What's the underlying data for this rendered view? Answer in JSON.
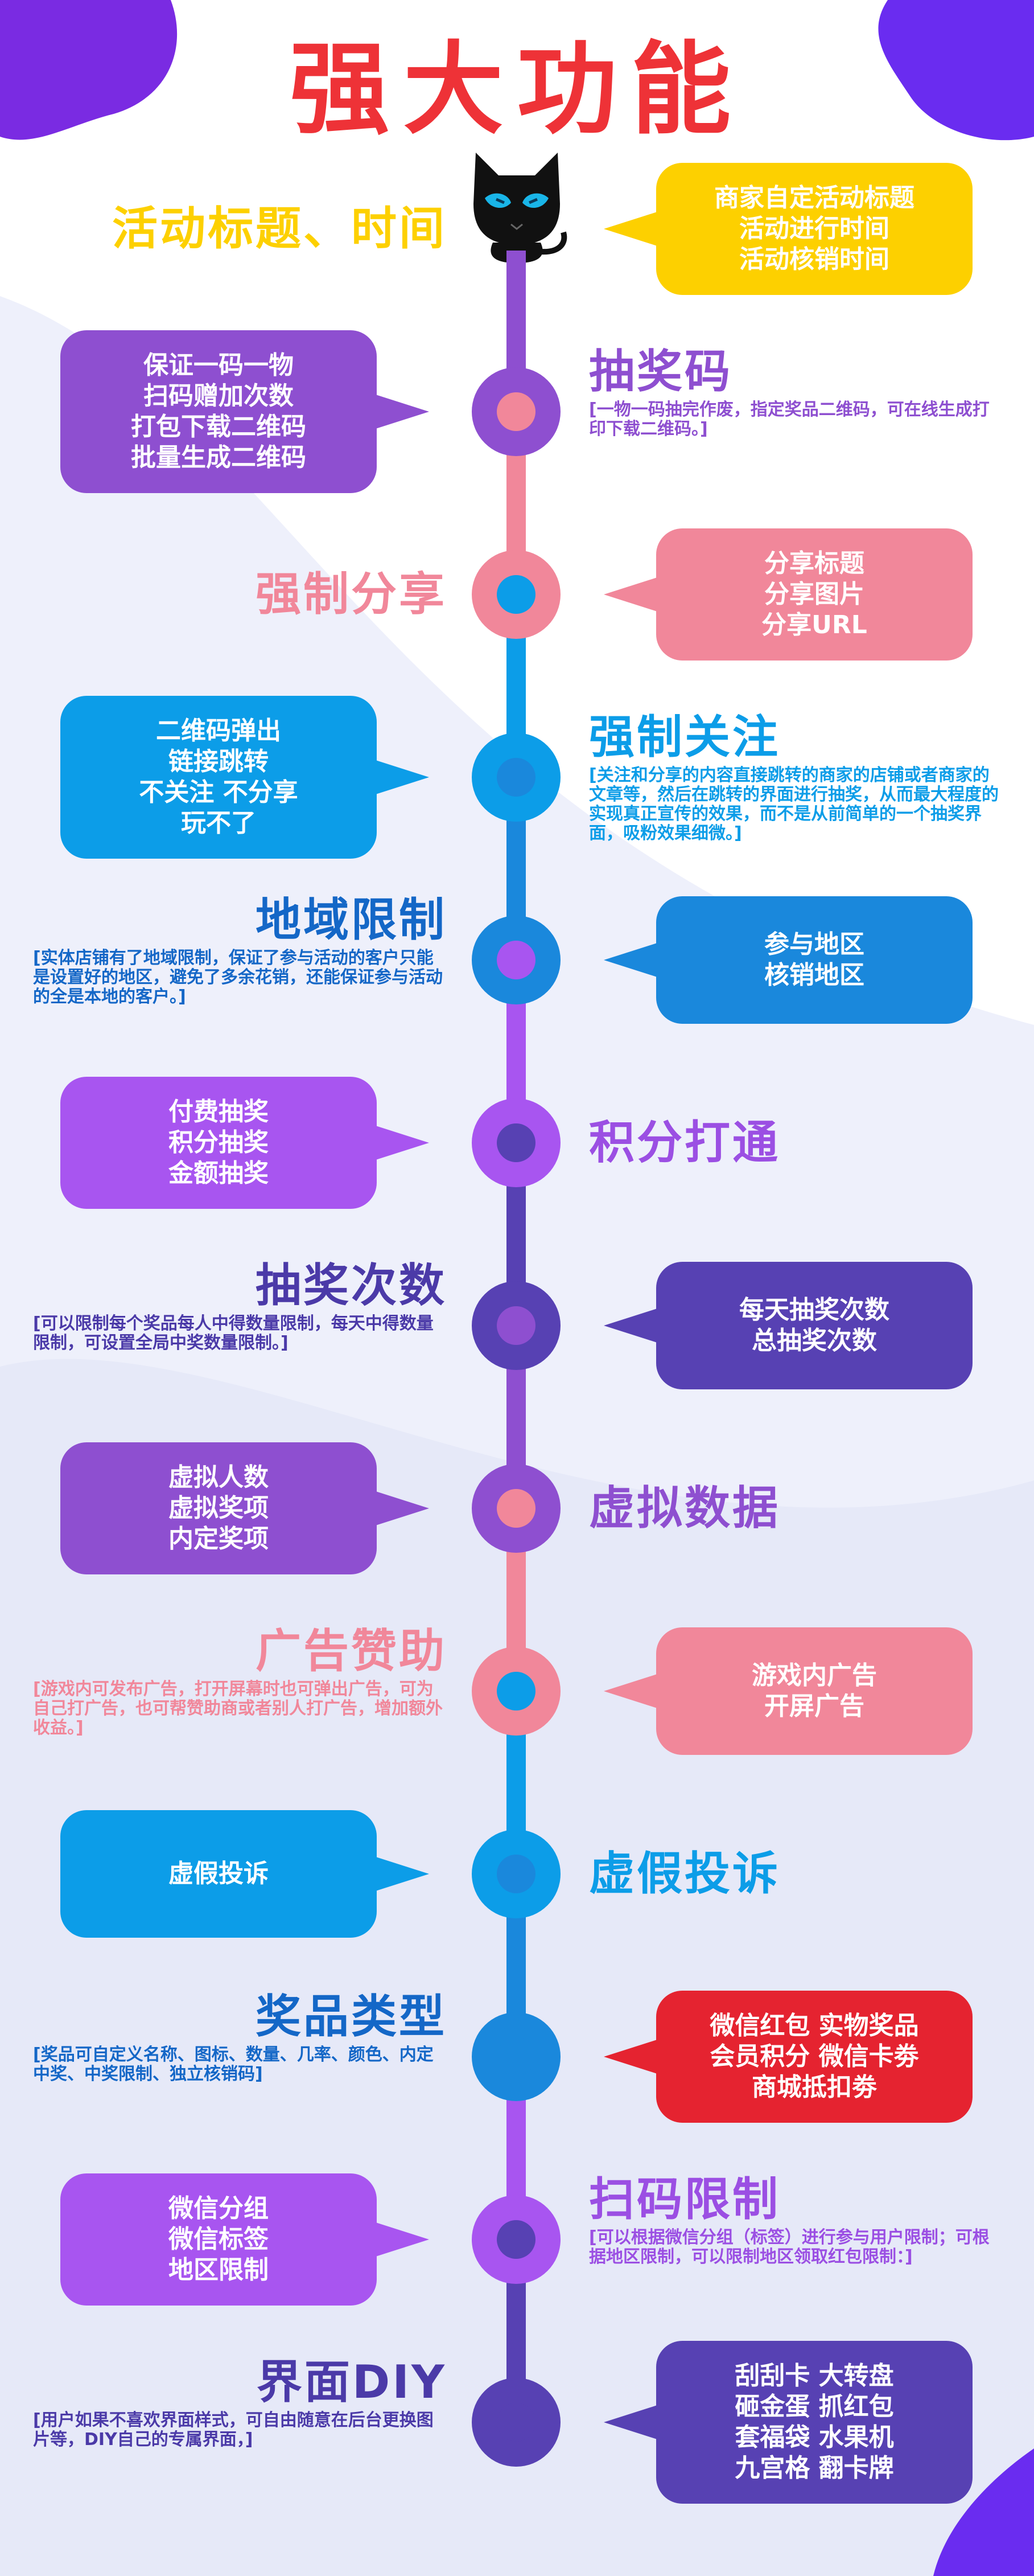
{
  "heading": "强大功能",
  "colors": {
    "yellow": "#fdd000",
    "purple": "#9351d6",
    "pink": "#f1879a",
    "blue": "#0c9de8",
    "mid_blue": "#1a88dc",
    "violet": "#a855f0",
    "indigo": "#5741b3",
    "red": "#e52330",
    "bg_blue": "#eef0fb",
    "title_blue": "#1467c7"
  },
  "mascot": {
    "icon": "black-cat-icon"
  },
  "items": [
    {
      "title": "活动标题、时间",
      "title_side": "left",
      "desc": "",
      "bubble_side": "right",
      "bubble_lines": [
        "商家自定活动标题",
        "活动进行时间",
        "活动核销时间"
      ],
      "bubble_color": "#fdd000",
      "title_color": "#fdd000"
    },
    {
      "title": "抽奖码",
      "title_side": "right",
      "desc": "[一物一码抽完作废，指定奖品二维码，可在线生成打印下载二维码。]",
      "bubble_side": "left",
      "bubble_lines": [
        "保证一码一物",
        "扫码赠加次数",
        "打包下载二维码",
        "批量生成二维码"
      ],
      "bubble_color": "#8e4fd0",
      "title_color": "#8e4fd0"
    },
    {
      "title": "强制分享",
      "title_side": "left",
      "desc": "",
      "bubble_side": "right",
      "bubble_lines": [
        "分享标题",
        "分享图片",
        "分享URL"
      ],
      "bubble_color": "#f1879a",
      "title_color": "#f1879a"
    },
    {
      "title": "强制关注",
      "title_side": "right",
      "desc": "[关注和分享的内容直接跳转的商家的店铺或者商家的文章等，然后在跳转的界面进行抽奖，从而最大程度的实现真正宣传的效果，而不是从前简单的一个抽奖界面，吸粉效果细微。]",
      "bubble_side": "left",
      "bubble_lines": [
        "二维码弹出",
        "链接跳转",
        "不关注 不分享",
        "玩不了"
      ],
      "bubble_color": "#0c9de8",
      "title_color": "#0c9de8"
    },
    {
      "title": "地域限制",
      "title_side": "left",
      "desc": "[实体店铺有了地域限制，保证了参与活动的客户只能是设置好的地区，避免了多余花销，还能保证参与活动的全是本地的客户。]",
      "bubble_side": "right",
      "bubble_lines": [
        "参与地区",
        "核销地区"
      ],
      "bubble_color": "#1a88dc",
      "title_color": "#1467c7"
    },
    {
      "title": "积分打通",
      "title_side": "right",
      "desc": "",
      "bubble_side": "left",
      "bubble_lines": [
        "付费抽奖",
        "积分抽奖",
        "金额抽奖"
      ],
      "bubble_color": "#a855f0",
      "title_color": "#9b4fe3"
    },
    {
      "title": "抽奖次数",
      "title_side": "left",
      "desc": "[可以限制每个奖品每人中得数量限制，每天中得数量限制，可设置全局中奖数量限制。]",
      "bubble_side": "right",
      "bubble_lines": [
        "每天抽奖次数",
        "总抽奖次数"
      ],
      "bubble_color": "#5741b3",
      "title_color": "#4b3aa8"
    },
    {
      "title": "虚拟数据",
      "title_side": "right",
      "desc": "",
      "bubble_side": "left",
      "bubble_lines": [
        "虚拟人数",
        "虚拟奖项",
        "内定奖项"
      ],
      "bubble_color": "#8e4fd0",
      "title_color": "#8e4fd0"
    },
    {
      "title": "广告赞助",
      "title_side": "left",
      "desc": "[游戏内可发布广告，打开屏幕时也可弹出广告，可为自己打广告，也可帮赞助商或者别人打广告，增加额外收益。]",
      "bubble_side": "right",
      "bubble_lines": [
        "游戏内广告",
        "开屏广告"
      ],
      "bubble_color": "#f1879a",
      "title_color": "#f1879a"
    },
    {
      "title": "虚假投诉",
      "title_side": "right",
      "desc": "",
      "bubble_side": "left",
      "bubble_lines": [
        "虚假投诉"
      ],
      "bubble_color": "#0c9de8",
      "title_color": "#0c9de8"
    },
    {
      "title": "奖品类型",
      "title_side": "left",
      "desc": "[奖品可自定义名称、图标、数量、几率、颜色、内定中奖、中奖限制、独立核销码]",
      "bubble_side": "right",
      "bubble_lines": [
        "微信红包 实物奖品",
        "会员积分 微信卡劵",
        "商城抵扣劵"
      ],
      "bubble_color": "#e52330",
      "title_color": "#1467c7"
    },
    {
      "title": "扫码限制",
      "title_side": "right",
      "desc": "[可以根据微信分组（标签）进行参与用户限制；可根据地区限制，可以限制地区领取红包限制：]",
      "bubble_side": "left",
      "bubble_lines": [
        "微信分组",
        "微信标签",
        "地区限制"
      ],
      "bubble_color": "#a855f0",
      "title_color": "#9b4fe3"
    },
    {
      "title": "界面DIY",
      "title_side": "left",
      "desc": "[用户如果不喜欢界面样式，可自由随意在后台更换图片等，DIY自己的专属界面，]",
      "bubble_side": "right",
      "bubble_lines": [
        "刮刮卡 大转盘",
        "砸金蛋 抓红包",
        "套福袋 水果机",
        "九宫格 翻卡牌"
      ],
      "bubble_color": "#5741b3",
      "title_color": "#4b3aa8"
    }
  ]
}
